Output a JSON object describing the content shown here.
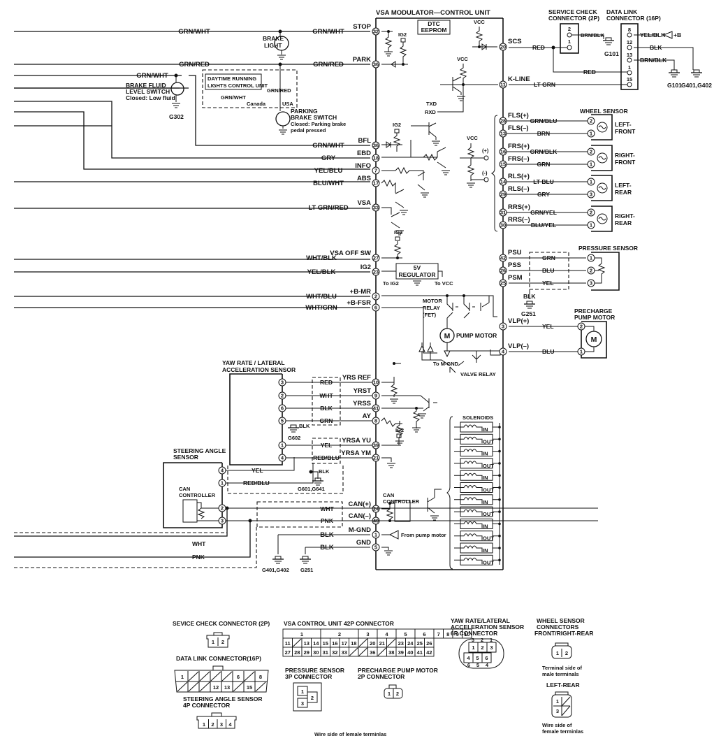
{
  "title": "VSA MODULATOR—CONTROL UNIT",
  "ecu_internal": {
    "dtc": [
      "DTC",
      "EEPROM"
    ],
    "vcc": "VCC",
    "ig2": "IG2",
    "txd": "TXD",
    "rxd": "RXD",
    "plus": "(+)",
    "minus": "(-)",
    "regulator": [
      "5V",
      "REGULATOR"
    ],
    "to_ig2": "To IG2",
    "to_vcc": "To VCC",
    "motor_relay": [
      "MOTOR",
      "RELAY",
      "(FET)"
    ],
    "pump_motor": "PUMP MOTOR",
    "motor_symbol": "M",
    "to_mgnd": "To M-GND",
    "valve_relay": "VALVE RELAY",
    "solenoids_title": "SOLENOIDS",
    "solenoids": [
      "IN",
      "OUT",
      "IN",
      "OUT",
      "IN",
      "OUT",
      "IN",
      "OUT",
      "IN",
      "OUT",
      "IN",
      "OUT"
    ],
    "can_controller": [
      "CAN",
      "CONTROLLER"
    ],
    "from_pump_motor": "From pump motor"
  },
  "left_pins": [
    {
      "pin": "32",
      "signal": "STOP",
      "wire": "GRN/WHT"
    },
    {
      "pin": "36",
      "signal": "PARK",
      "wire": "GRN/RED"
    },
    {
      "pin": "36",
      "signal": "BFL",
      "wire": "GRN/WHT"
    },
    {
      "pin": "18",
      "signal": "EBD",
      "wire": "GRY"
    },
    {
      "pin": "7",
      "signal": "INFO",
      "wire": "YEL/BLU"
    },
    {
      "pin": "17",
      "signal": "ABS",
      "wire": "BLU/WHT"
    },
    {
      "pin": "33",
      "signal": "VSA",
      "wire": "LT GRN/RED"
    },
    {
      "pin": "27",
      "signal": "VSA OFF SW",
      "wire": "WHT/BLK"
    },
    {
      "pin": "23",
      "signal": "IG2",
      "wire": "YEL/BLK"
    },
    {
      "pin": "2",
      "signal": "+B-MR",
      "wire": "WHT/BLU"
    },
    {
      "pin": "6",
      "signal": "+B-FSR",
      "wire": "WHT/GRN"
    },
    {
      "pin": "10",
      "signal": "YRS REF",
      "wire": "RED"
    },
    {
      "pin": "9",
      "signal": "YRST",
      "wire": "WHT"
    },
    {
      "pin": "41",
      "signal": "YRSS",
      "wire": "BLK"
    },
    {
      "pin": "8",
      "signal": "AY",
      "wire": "GRN"
    },
    {
      "pin": "39",
      "signal": "YRSA YU",
      "wire": "YEL"
    },
    {
      "pin": "21",
      "signal": "YRSA YM",
      "wire": "RED/BLU"
    },
    {
      "pin": "24",
      "signal": "CAN(+)",
      "wire": "WHT"
    },
    {
      "pin": "40",
      "signal": "CAN(–)",
      "wire": "PNK"
    },
    {
      "pin": "1",
      "signal": "M-GND",
      "wire": "BLK"
    },
    {
      "pin": "5",
      "signal": "GND",
      "wire": "BLK"
    }
  ],
  "right_pins": [
    {
      "pin": "20",
      "signal": "SCS",
      "wire": "RED"
    },
    {
      "pin": "11",
      "signal": "K-LINE",
      "wire": "LT GRN"
    },
    {
      "pin": "28",
      "signal": "FLS(+)",
      "wire": "GRN/BLU"
    },
    {
      "pin": "13",
      "signal": "FLS(–)",
      "wire": "BRN"
    },
    {
      "pin": "16",
      "signal": "FRS(+)",
      "wire": "GRN/BLK"
    },
    {
      "pin": "15",
      "signal": "FRS(–)",
      "wire": "GRN"
    },
    {
      "pin": "14",
      "signal": "RLS(+)",
      "wire": "LT BLU"
    },
    {
      "pin": "29",
      "signal": "RLS(–)",
      "wire": "GRY"
    },
    {
      "pin": "31",
      "signal": "RRS(+)",
      "wire": "GRN/YEL"
    },
    {
      "pin": "30",
      "signal": "RRS(–)",
      "wire": "BLU/YEL"
    },
    {
      "pin": "42",
      "signal": "PSU",
      "wire": "GRN"
    },
    {
      "pin": "26",
      "signal": "PSS",
      "wire": "BLU"
    },
    {
      "pin": "25",
      "signal": "PSM",
      "wire": "YEL"
    },
    {
      "pin": "3",
      "signal": "VLP(+)",
      "wire": "YEL"
    },
    {
      "pin": "4",
      "signal": "VLP(–)",
      "wire": "BLU"
    }
  ],
  "top_left": {
    "stop_wire": "GRN/WHT",
    "park_wire": "GRN/RED",
    "bfl_wire": "GRN/WHT",
    "brake_light": [
      "BRAKE",
      "LIGHT"
    ],
    "brake_fluid": [
      "BRAKE FLUID",
      "LEVEL SWITCH",
      "Closed: Low fluid"
    ],
    "g302": "G302",
    "drl": [
      "DAYTIME RUNNING",
      "LIGHTS CONTROL UNIT"
    ],
    "drl_wire": "GRN/WHT",
    "drl_wire2": "GRN/RED",
    "canada": "Canada",
    "usa": "USA",
    "parking_brake": [
      "PARKING",
      "BRAKE SWITCH",
      "Closed: Parking brake",
      "pedal pressed"
    ]
  },
  "service_check": {
    "title": [
      "SERVICE CHECK",
      "CONNECTOR  (2P)"
    ],
    "pins": [
      "2",
      "1"
    ],
    "wire": "BRN/BLK",
    "ground": "G101"
  },
  "data_link": {
    "title": [
      "DATA LINK",
      "CONNECTOR  (16P)"
    ],
    "pins": [
      "8",
      "12",
      "13",
      "1",
      "15"
    ],
    "wires": [
      "YEL/BLK",
      "BLK",
      "BRN/BLK",
      "RED"
    ],
    "plus_b": "+B",
    "grounds": [
      "G101",
      "G401,G402"
    ]
  },
  "wheel_sensor": {
    "title": "WHEEL SENSOR",
    "units": [
      {
        "name": [
          "LEFT-",
          "FRONT"
        ],
        "pins": [
          "2",
          "1"
        ]
      },
      {
        "name": [
          "RIGHT-",
          "FRONT"
        ],
        "pins": [
          "2",
          "1"
        ]
      },
      {
        "name": [
          "LEFT-",
          "REAR"
        ],
        "pins": [
          "1",
          "3"
        ]
      },
      {
        "name": [
          "RIGHT-",
          "REAR"
        ],
        "pins": [
          "2",
          "1"
        ]
      }
    ]
  },
  "pressure_sensor": {
    "title": "PRESSURE SENSOR",
    "pins": [
      "1",
      "2",
      "3"
    ],
    "ground_wire": "BLK",
    "ground": "G251"
  },
  "precharge_pump": {
    "title": [
      "PRECHARGE",
      "PUMP MOTOR"
    ],
    "pins": [
      "2",
      "1"
    ],
    "symbol": "M"
  },
  "yaw_sensor": {
    "title": [
      "YAW RATE / LATERAL",
      "ACCELERATION SENSOR"
    ],
    "pins": [
      "3",
      "2",
      "6",
      "5",
      "1",
      "4"
    ],
    "ground_wire": "BLK",
    "ground": "G602"
  },
  "steering_sensor": {
    "title": [
      "STEERING ANGLE",
      "SENSOR"
    ],
    "pins": [
      "4",
      "1",
      "2",
      "3"
    ],
    "wires": [
      "YEL",
      "RED/BLU"
    ],
    "can_controller": [
      "CAN",
      "CONTROLLER"
    ],
    "ground_wire": "BLK",
    "ground": "G601,G641"
  },
  "bottom_bus": {
    "wires": [
      "WHT",
      "PNK"
    ],
    "grounds": [
      "G401,G402",
      "G251"
    ]
  },
  "connectors": {
    "service_check": {
      "title": "SEVICE CHECK CONNECTOR (2P)",
      "pins": [
        "1",
        "2"
      ]
    },
    "data_link": {
      "title": "DATA LINK CONNECTOR(16P)",
      "row1": [
        "1",
        "",
        "",
        "",
        "",
        "6",
        "",
        "8"
      ],
      "row2": [
        "",
        "",
        "",
        "12",
        "13",
        "",
        "15",
        ""
      ]
    },
    "steering": {
      "title": [
        "STEERING ANGLE SENSOR",
        "4P CONNECTOR"
      ],
      "pins": [
        "1",
        "2",
        "3",
        "4"
      ]
    },
    "vsa_42p": {
      "title": "VSA CONTROL UNIT 42P CONNECTOR",
      "row1": [
        "1",
        "2",
        "3",
        "4",
        "5",
        "6",
        "7",
        "8",
        "9",
        "10"
      ],
      "row2": [
        "11",
        "",
        "13",
        "14",
        "15",
        "16",
        "17",
        "18",
        "",
        "20",
        "21",
        "",
        "23",
        "24",
        "25",
        "26"
      ],
      "row3": [
        "27",
        "28",
        "29",
        "30",
        "31",
        "32",
        "33",
        "",
        "",
        "36",
        "",
        "38",
        "39",
        "40",
        "41",
        "42"
      ]
    },
    "pressure": {
      "title": [
        "PRESSURE SENSOR",
        "3P CONNECTOR"
      ],
      "pins": [
        "1",
        "2",
        "3"
      ]
    },
    "precharge": {
      "title": [
        "PRECHARGE PUMP MOTOR",
        "2P CONNECTOR"
      ],
      "pins": [
        "1",
        "2"
      ]
    },
    "footnote": "Wire side of lemale terminlas",
    "yaw": {
      "title": [
        "YAW RATE/LATERAL",
        "ACCELERATION SENSOR",
        "6P CONNECTOR"
      ],
      "pins": [
        "1",
        "2",
        "3",
        "4",
        "5",
        "6"
      ],
      "top_nums": [
        "3",
        "2",
        "1"
      ],
      "bottom_nums": [
        "6",
        "5",
        "4"
      ]
    },
    "wheel": {
      "title": [
        "WHEEL SENSOR",
        "CONNECTORS",
        "FRONT/RIGHT-REAR"
      ],
      "front_pins": [
        "1",
        "2"
      ],
      "front_note": [
        "Terminal side of",
        "male terminals"
      ],
      "left_rear_title": "LEFT-REAR",
      "left_rear_pins": [
        "1",
        "3"
      ],
      "left_rear_note": [
        "Wire side of",
        "female terminlas"
      ]
    }
  }
}
